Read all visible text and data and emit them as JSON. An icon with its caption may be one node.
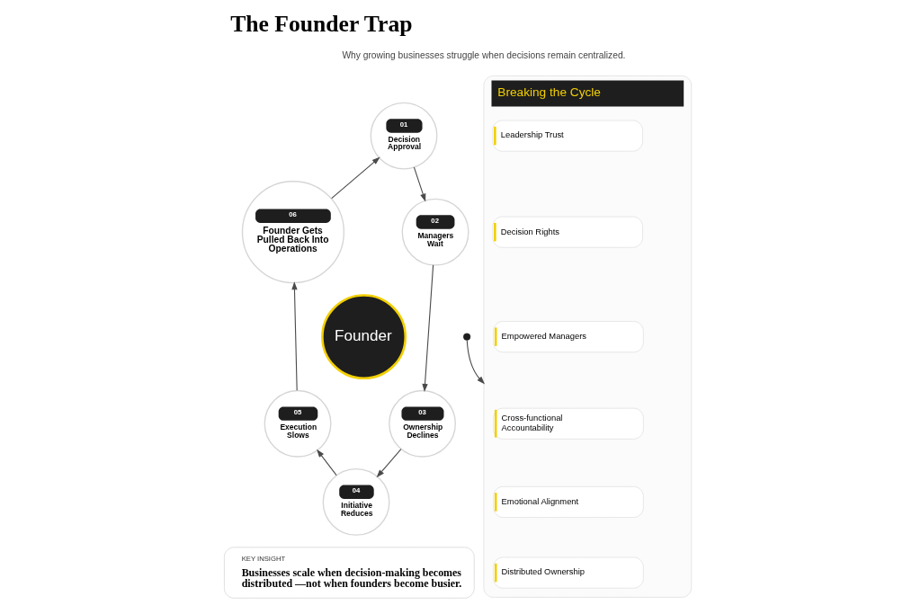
{
  "diagram": {
    "title": "The Founder Trap",
    "nodes": [
      {
        "text": [
          "01",
          "Decision Approval"
        ]
      },
      {
        "text": [
          "02",
          "Managers Wait"
        ]
      },
      {
        "text": [
          "03",
          "Ownership Declines"
        ]
      },
      {
        "text": [
          "04",
          "Initiative Reduces"
        ]
      },
      {
        "text": [
          "05",
          "Execution Slows"
        ]
      },
      {
        "text": [
          "06",
          "Founder Gets Pulled Back Into Operations"
        ]
      },
      {
        "text": [
          "Founder"
        ]
      },
      {
        "text": [
          "Breaking the Cycle"
        ]
      },
      {
        "text": [
          "Leadership Trust"
        ],
        "in": 7
      },
      {
        "text": [
          "Decision Rights"
        ],
        "in": 7
      },
      {
        "text": [
          "Empowered Managers"
        ],
        "in": 7
      },
      {
        "text": [
          "Cross-functional Accountability"
        ],
        "in": 7
      },
      {
        "text": [
          "Emotional Alignment"
        ],
        "in": 7
      },
      {
        "text": [
          "Distributed Ownership"
        ],
        "in": 7
      },
      {
        "text": [
          "KEY INSIGHT",
          "Businesses scale when decision-making becomes distributed —not when founders become busier."
        ]
      }
    ],
    "edges": [
      {
        "from": 0,
        "to": 1,
        "arrow": "to"
      },
      {
        "from": 1,
        "to": 2,
        "arrow": "to"
      },
      {
        "from": 2,
        "to": 3,
        "arrow": "to"
      },
      {
        "from": 3,
        "to": 4,
        "arrow": "to"
      },
      {
        "from": 4,
        "to": 5,
        "arrow": "to"
      },
      {
        "from": 5,
        "to": 0,
        "arrow": "to"
      },
      {
        "from": null,
        "to": 7,
        "arrow": "to"
      }
    ],
    "labels": [
      "Why growing businesses struggle when decisions remain centralized."
    ]
  }
}
